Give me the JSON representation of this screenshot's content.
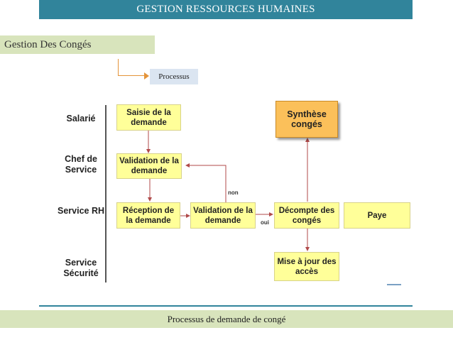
{
  "header": {
    "title": "GESTION RESSOURCES HUMAINES"
  },
  "section": {
    "title": "Gestion Des Congés"
  },
  "process_tag": "Processus",
  "diagram": {
    "lanes": {
      "salarie": "Salarié",
      "chef_de_service": "Chef de Service",
      "service_rh": "Service RH",
      "service_securite": "Service Sécurité"
    },
    "boxes": {
      "saisie": "Saisie de la demande",
      "validation_chef": "Validation de la demande",
      "reception_rh": "Réception de la demande",
      "validation_rh": "Validation de la demande",
      "decompte": "Décompte des congés",
      "paye": "Paye",
      "synthese": "Synthèse congés",
      "mise_a_jour": "Mise à jour des accès"
    },
    "labels": {
      "non": "non",
      "oui": "oui"
    },
    "colors": {
      "box_fill": "#ffff99",
      "synthese_fill": "#fbc05a",
      "arrow": "#b04a4a",
      "header_bg": "#31849b",
      "section_bg": "#d8e4bc"
    }
  },
  "footer": {
    "caption": "Processus de demande de congé"
  }
}
